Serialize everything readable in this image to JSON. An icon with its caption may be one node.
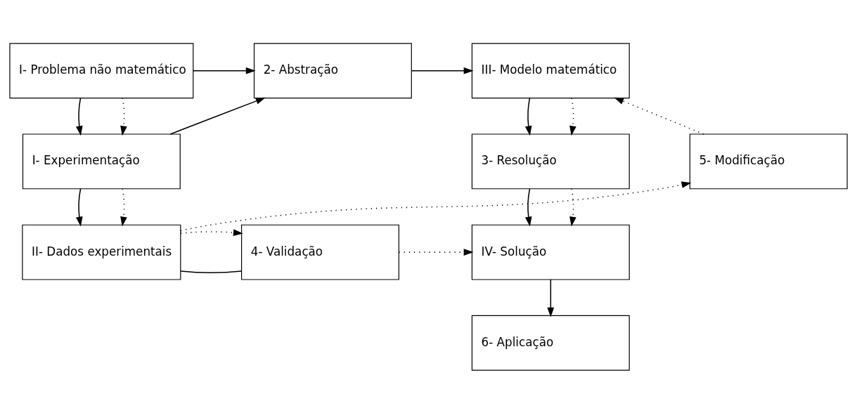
{
  "diagram": {
    "nodes": [
      {
        "text": [
          "I- Problema não matemático"
        ]
      },
      {
        "text": [
          "2- Abstração"
        ]
      },
      {
        "text": [
          "III- Modelo matemático"
        ]
      },
      {
        "text": [
          "I- Experimentação"
        ]
      },
      {
        "text": [
          "5- Modificação"
        ]
      },
      {
        "text": [
          "3- Resolução"
        ]
      },
      {
        "text": [
          "II- Dados experimentais"
        ]
      },
      {
        "text": [
          "4- Validação"
        ]
      },
      {
        "text": [
          "IV- Solução"
        ]
      },
      {
        "text": [
          "6- Aplicação"
        ]
      }
    ],
    "edges": [
      {
        "from": 0,
        "to": 1,
        "arrow": "to"
      },
      {
        "from": 0,
        "to": 3,
        "arrow": "to"
      },
      {
        "from": 0,
        "to": 3,
        "arrow": "to",
        "style": "dashed"
      },
      {
        "from": 3,
        "to": 1,
        "arrow": "to"
      },
      {
        "from": 1,
        "to": 2,
        "arrow": "to"
      },
      {
        "from": 2,
        "to": 5,
        "arrow": "to"
      },
      {
        "from": 2,
        "to": 5,
        "arrow": "to",
        "style": "dashed"
      },
      {
        "from": 3,
        "to": 6,
        "arrow": "to"
      },
      {
        "from": 3,
        "to": 6,
        "arrow": "to",
        "style": "dashed"
      },
      {
        "from": 6,
        "to": 4,
        "arrow": "to",
        "style": "dashed"
      },
      {
        "from": 4,
        "to": 2,
        "arrow": "to",
        "style": "dashed"
      },
      {
        "from": 6,
        "to": 7,
        "arrow": "none"
      },
      {
        "from": 6,
        "to": 7,
        "arrow": "to",
        "style": "dashed"
      },
      {
        "from": 5,
        "to": 8,
        "arrow": "to"
      },
      {
        "from": 5,
        "to": 8,
        "arrow": "to",
        "style": "dashed"
      },
      {
        "from": 7,
        "to": 8,
        "arrow": "to",
        "style": "dashed"
      },
      {
        "from": 8,
        "to": 9,
        "arrow": "to"
      }
    ]
  }
}
